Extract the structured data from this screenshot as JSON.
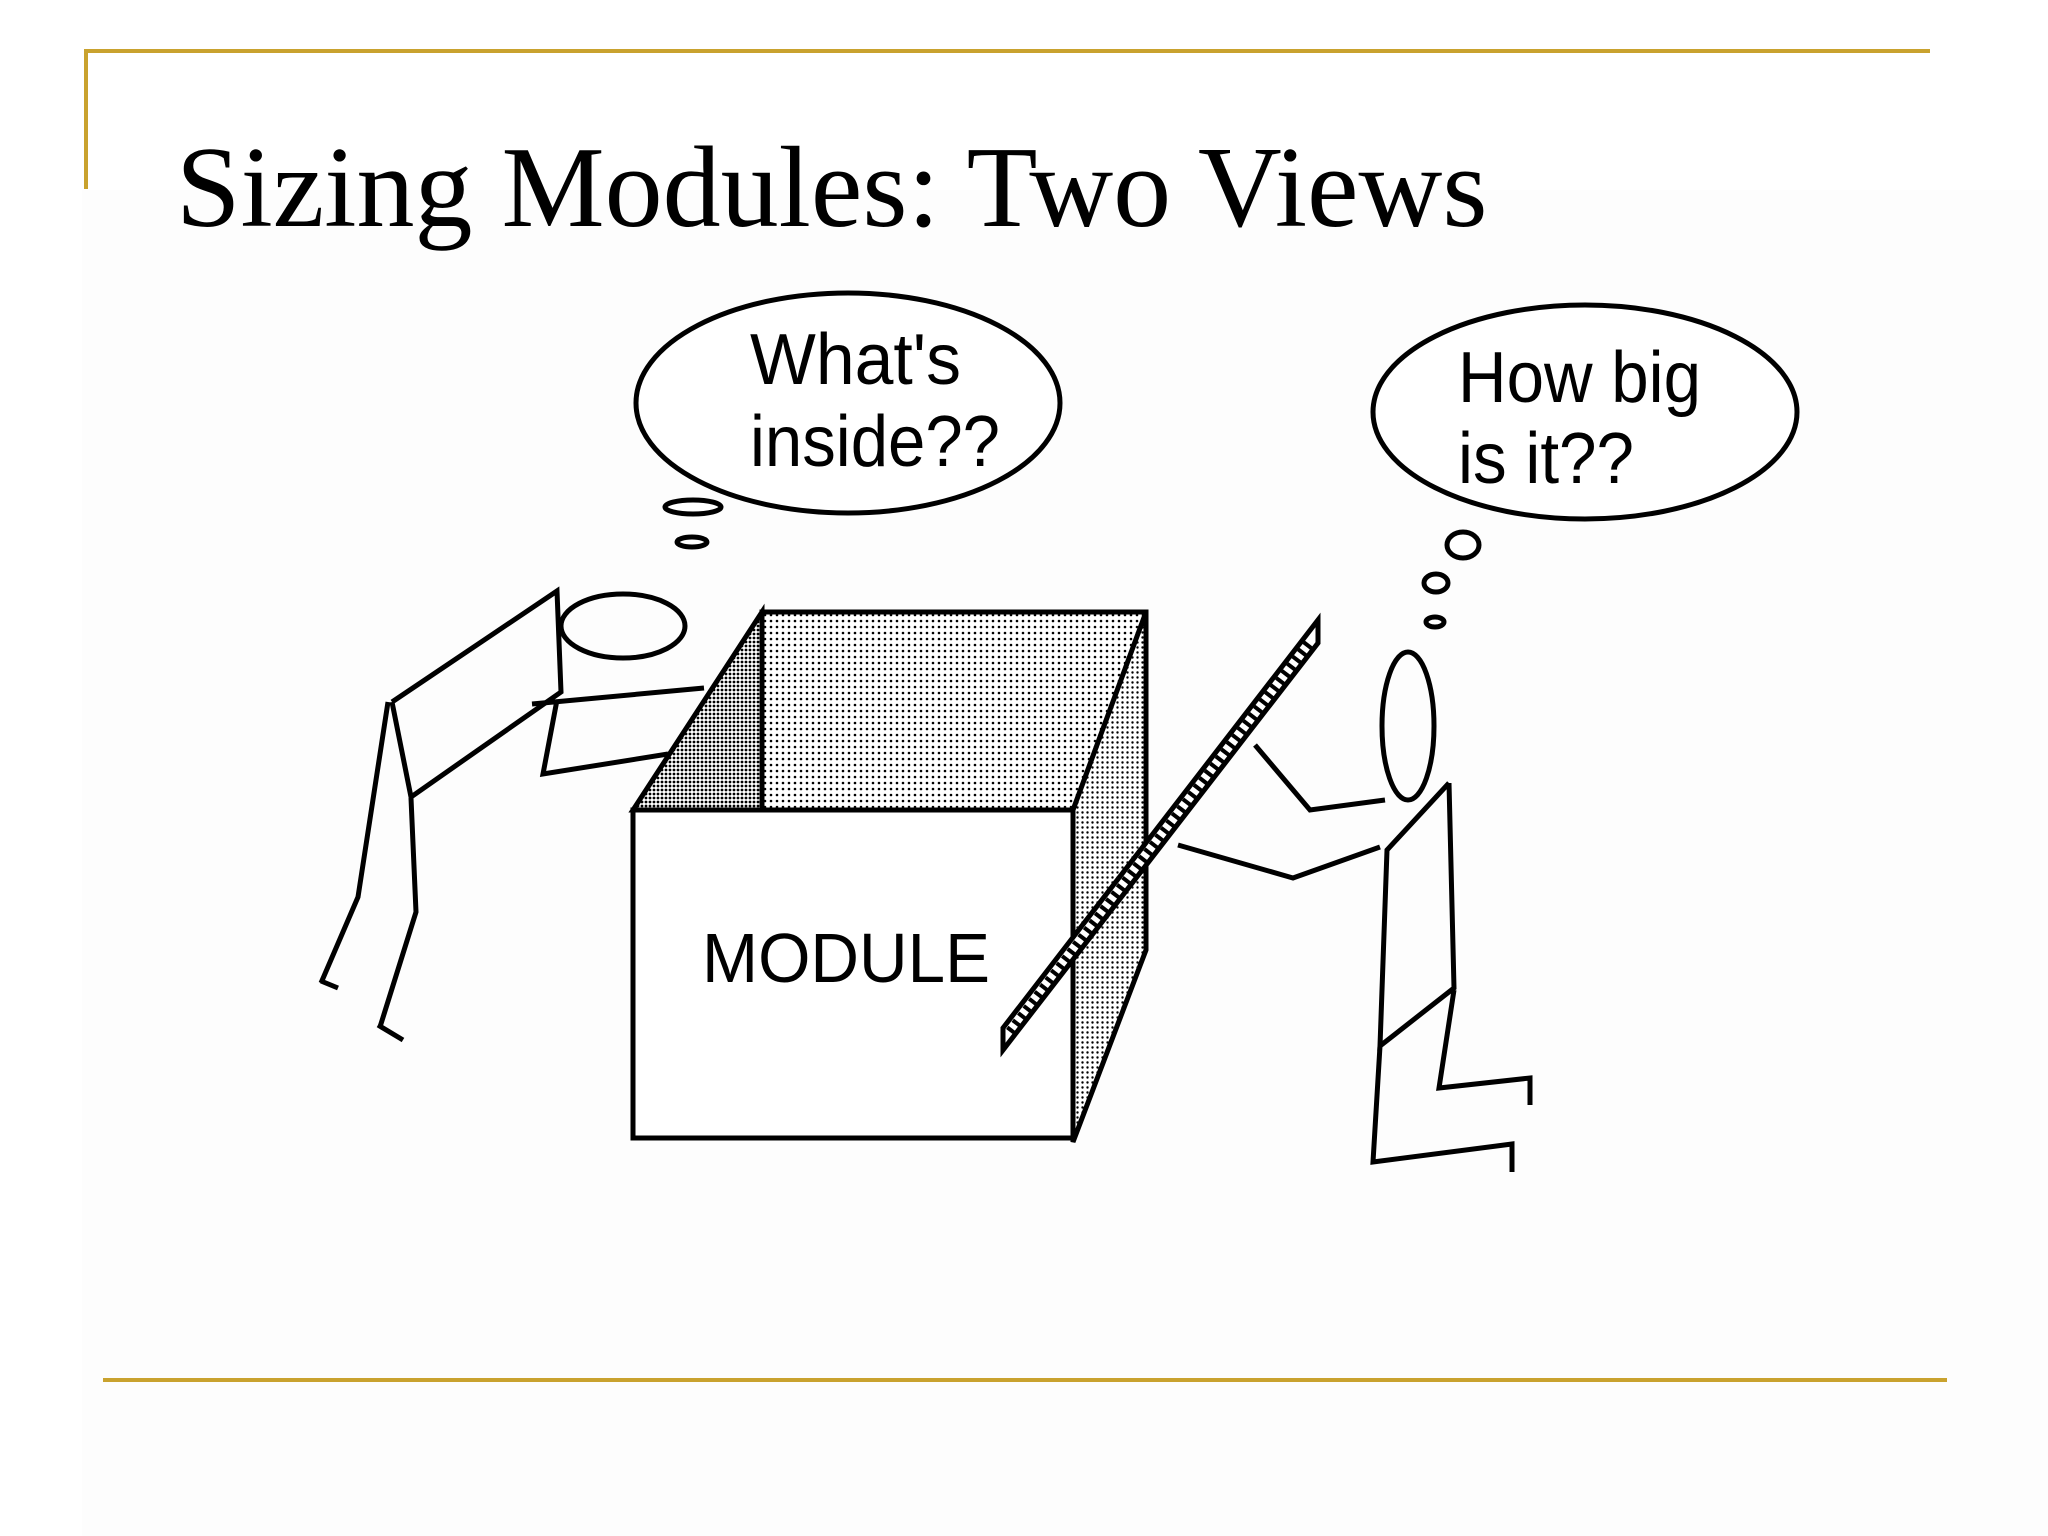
{
  "slide": {
    "title": "Sizing Modules: Two Views",
    "accent_color": "#c9a22e"
  },
  "diagram": {
    "box_label": "MODULE",
    "left_thought": {
      "line1": "What's",
      "line2": "inside??"
    },
    "right_thought": {
      "line1": "How big",
      "line2": "is it??"
    }
  }
}
